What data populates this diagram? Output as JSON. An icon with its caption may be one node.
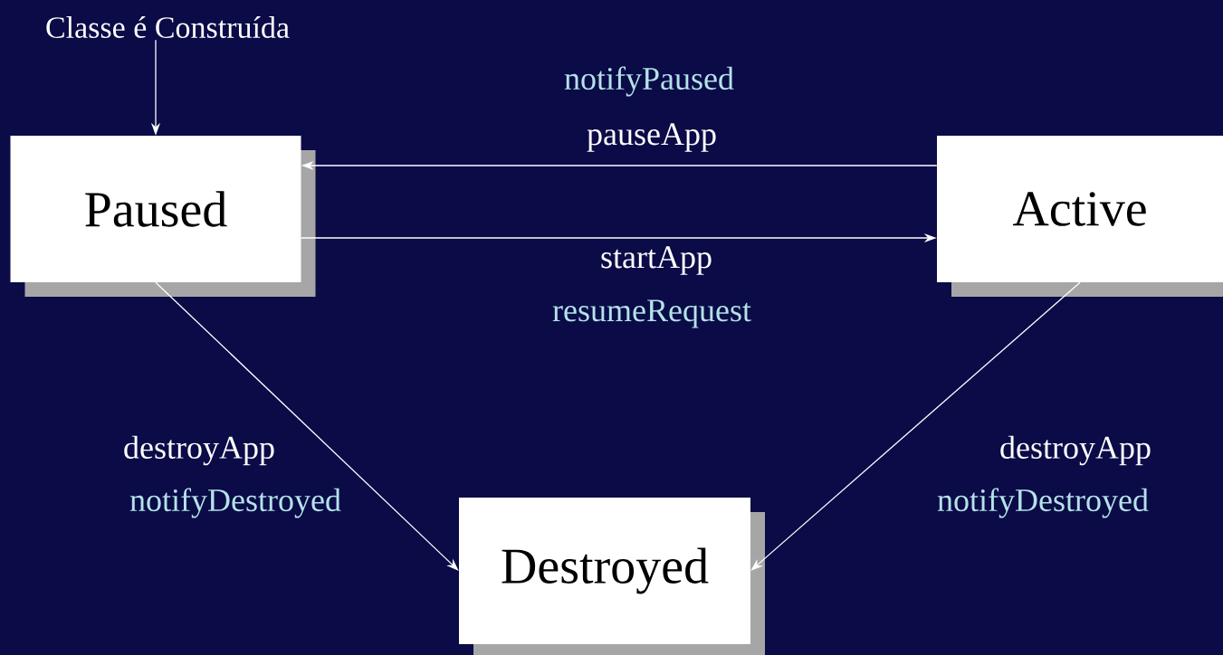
{
  "diagram": {
    "nodes": [
      {
        "text": [
          "Classe é Construída"
        ]
      },
      {
        "text": [
          "Paused"
        ]
      },
      {
        "text": [
          "Active"
        ]
      },
      {
        "text": [
          "Destroyed"
        ]
      }
    ],
    "edges": [
      {
        "from": 0,
        "to": 1,
        "arrow": "to"
      },
      {
        "from": 2,
        "to": 1,
        "arrow": "to",
        "label": "pauseApp"
      },
      {
        "from": 1,
        "to": 2,
        "arrow": "to",
        "label": "startApp"
      },
      {
        "from": 1,
        "to": 3,
        "arrow": "to",
        "label": "destroyApp"
      },
      {
        "from": 2,
        "to": 3,
        "arrow": "to",
        "label": "destroyApp"
      }
    ],
    "labels": [
      "notifyPaused",
      "resumeRequest",
      "notifyDestroyed",
      "notifyDestroyed"
    ]
  }
}
